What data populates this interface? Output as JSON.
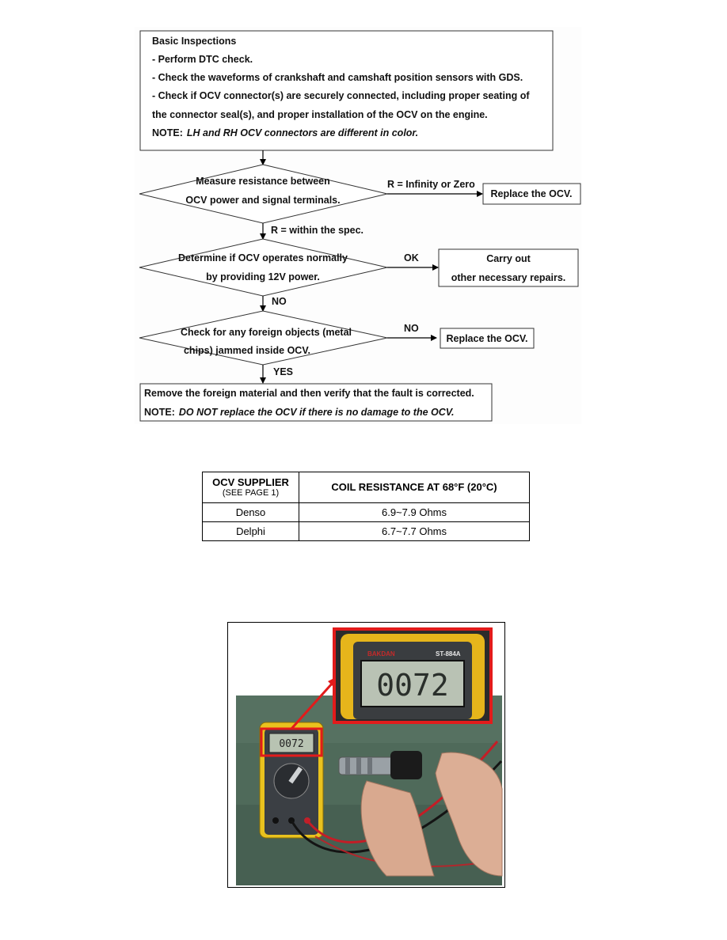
{
  "flowchart": {
    "basic_inspections": {
      "title": "Basic Inspections",
      "lines": [
        "- Perform DTC check.",
        "- Check the waveforms of crankshaft and camshaft position sensors with GDS.",
        "- Check if OCV connector(s) are securely connected, including proper seating of",
        "the connector seal(s), and proper installation of the OCV on the engine."
      ],
      "note_label": "NOTE:",
      "note_text": "LH and RH OCV connectors are different in color."
    },
    "decision_1": {
      "line1": "Measure resistance between",
      "line2": "OCV power and signal terminals.",
      "branch_label": "R = Infinity or Zero",
      "branch_action": "Replace the OCV.",
      "down_label": "R = within the spec."
    },
    "decision_2": {
      "line1": "Determine if OCV operates normally",
      "line2": "by providing 12V power.",
      "branch_label": "OK",
      "branch_action_line1": "Carry out",
      "branch_action_line2": "other necessary repairs.",
      "down_label": "NO"
    },
    "decision_3": {
      "line1": "Check for any foreign objects (metal",
      "line2": "chips) jammed inside OCV.",
      "branch_label": "NO",
      "branch_action": "Replace the OCV.",
      "down_label": "YES"
    },
    "final": {
      "line1": "Remove the foreign material and then verify that the fault is corrected.",
      "note_label": "NOTE:",
      "note_text": "DO NOT replace the OCV if there is no damage to the OCV."
    }
  },
  "spec_table": {
    "header_col1": "OCV SUPPLIER",
    "header_col1_sub": "(SEE PAGE 1)",
    "header_col2": "COIL RESISTANCE AT 68°F (20°C)",
    "rows": [
      {
        "supplier": "Denso",
        "resistance": "6.9~7.9 Ohms"
      },
      {
        "supplier": "Delphi",
        "resistance": "6.7~7.7 Ohms"
      }
    ]
  },
  "photo": {
    "meter_brand": "BAKDAN",
    "meter_model": "ST-884A",
    "meter_reading": "0072",
    "small_reading": "0072",
    "highlight_color": "#e21b1b"
  }
}
